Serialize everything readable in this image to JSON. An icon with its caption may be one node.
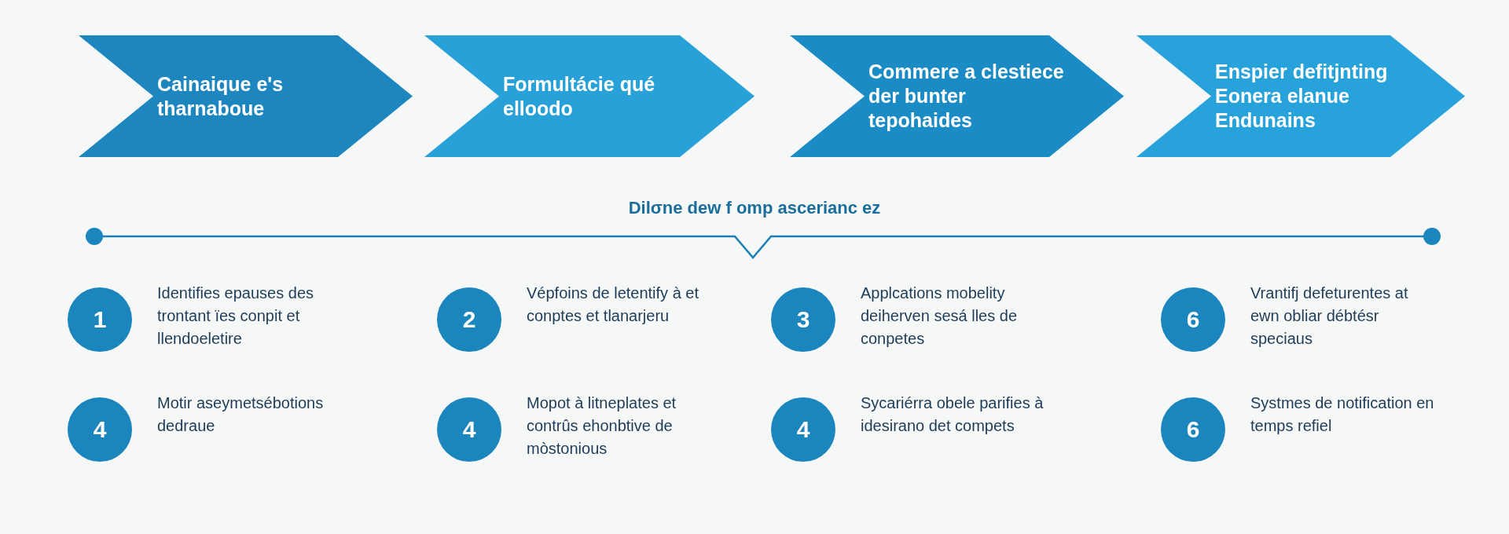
{
  "diagram": {
    "title": "Dilσne dew f omp ascerianc ez",
    "nodes": [
      {
        "text": [
          "Cainaique e's tharnaboue"
        ]
      },
      {
        "text": [
          "Formultácie qué elloodo"
        ]
      },
      {
        "text": [
          "Commere a clestiece der bunter tepohaides"
        ]
      },
      {
        "text": [
          "Enspier defitjnting Eonera elanue Endunains"
        ]
      },
      {
        "text": [
          "1"
        ],
        "beside": [
          "Identifies epauses des trontant ïes conpit et llendoeletire"
        ]
      },
      {
        "text": [
          "2"
        ],
        "beside": [
          "Vépfoins de letentify à et conptes et tlanarjeru"
        ]
      },
      {
        "text": [
          "3"
        ],
        "beside": [
          "Applcations mobelity deiherven sesá lles de conpetes"
        ]
      },
      {
        "text": [
          "6"
        ],
        "beside": [
          "Vrantifj defeturentes at ewn obliar débtésr speciaus"
        ]
      },
      {
        "text": [
          "4"
        ],
        "beside": [
          "Motir aseymetsébotions dedraue"
        ]
      },
      {
        "text": [
          "4"
        ],
        "beside": [
          "Mopot à litneplates et contrûs ehonbtive de mòstonious"
        ]
      },
      {
        "text": [
          "4"
        ],
        "beside": [
          "Sycariérra obele parifies à idesirano det compets"
        ]
      },
      {
        "text": [
          "6"
        ],
        "beside": [
          "Systmes de notification en temps refiel"
        ]
      }
    ]
  }
}
